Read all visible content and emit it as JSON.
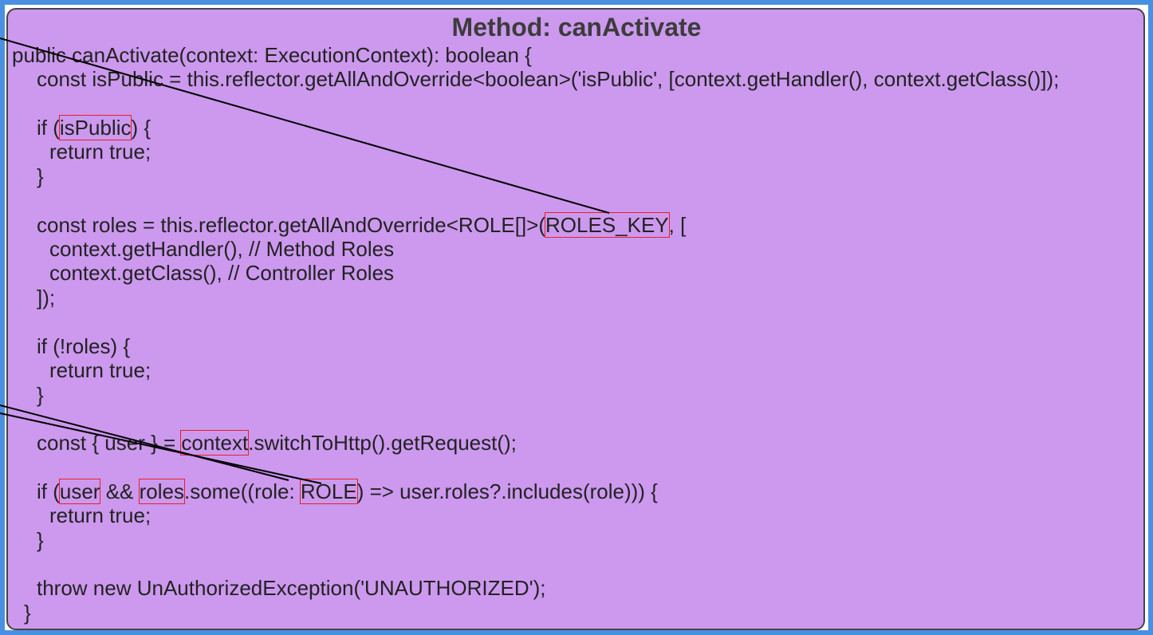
{
  "title": "Method: canActivate",
  "code": {
    "l1": "public canActivate(context: ExecutionContext): boolean {",
    "l2": "const isPublic = this.reflector.getAllAndOverride<boolean>('isPublic', [context.getHandler(), context.getClass()]);",
    "l3_pre": "if (",
    "l3_hl": "isPublic",
    "l3_post": ") {",
    "l4": "return true;",
    "l5": "}",
    "l6_pre": "const roles = this.reflector.getAllAndOverride<ROLE[]>(",
    "l6_hl": "ROLES_KEY",
    "l6_post": ", [",
    "l7": "context.getHandler(), // Method Roles",
    "l8": "context.getClass(), // Controller Roles",
    "l9": "]);",
    "l10": "if (!roles) {",
    "l11": "return true;",
    "l12": "}",
    "l13_pre": "const { user } = ",
    "l13_hl": "context",
    "l13_post": ".switchToHttp().getRequest();",
    "l14_a": "if (",
    "l14_hl1": "user",
    "l14_b": " && ",
    "l14_hl2": "roles",
    "l14_c": ".some((role: ",
    "l14_hl3": "ROLE",
    "l14_d": ") => user.roles?.includes(role))) {",
    "l15": "return true;",
    "l16": "}",
    "l17": "throw new UnAuthorizedException('UNAUTHORIZED');",
    "l18": "}"
  },
  "colors": {
    "frame_border": "#4a90e2",
    "panel_fill": "#cc99ee",
    "highlight_box": "#e8202a",
    "connector": "#000000"
  }
}
